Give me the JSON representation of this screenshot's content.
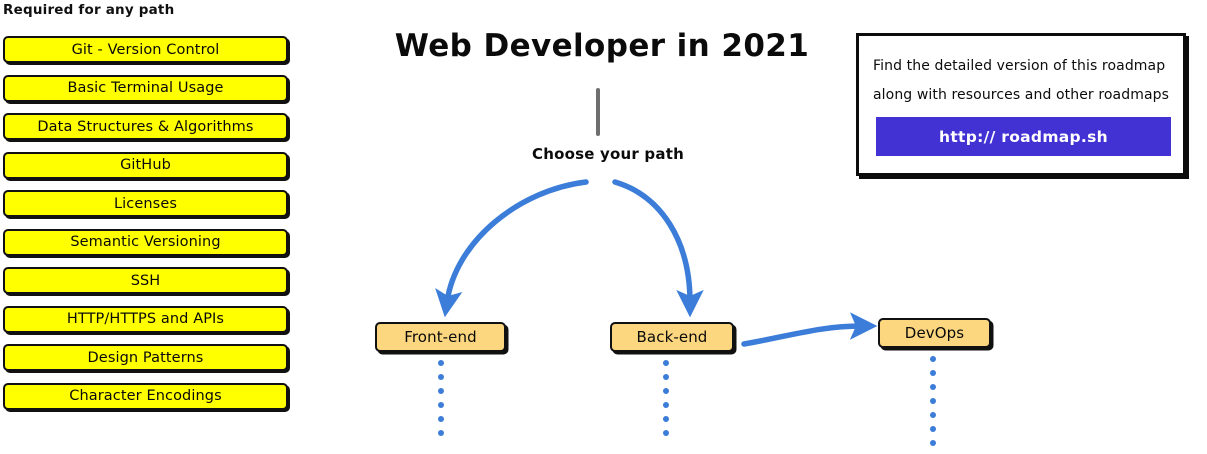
{
  "sidebar": {
    "heading": "Required for any path",
    "items": [
      {
        "label": "Git - Version Control"
      },
      {
        "label": "Basic Terminal Usage"
      },
      {
        "label": "Data Structures & Algorithms"
      },
      {
        "label": "GitHub"
      },
      {
        "label": "Licenses"
      },
      {
        "label": "Semantic Versioning"
      },
      {
        "label": "SSH"
      },
      {
        "label": "HTTP/HTTPS and APIs"
      },
      {
        "label": "Design Patterns"
      },
      {
        "label": "Character Encodings"
      }
    ]
  },
  "main": {
    "title": "Web Developer in 2021",
    "choose_path_label": "Choose your path",
    "paths": [
      {
        "label": "Front-end"
      },
      {
        "label": "Back-end"
      },
      {
        "label": "DevOps"
      }
    ],
    "dot_counts": {
      "frontend": 6,
      "backend": 6,
      "devops": 7
    }
  },
  "roadmap_card": {
    "line1": "Find the detailed version of this roadmap",
    "line2": "along with resources and other roadmaps",
    "button_label": "http:// roadmap.sh"
  },
  "colors": {
    "required_box_fill": "#ffff00",
    "path_box_fill": "#fcd77f",
    "arrow_blue": "#3b7dd8",
    "button_blue": "#4232d4",
    "outline_black": "#111111",
    "stem_gray": "#6f6f6f"
  }
}
